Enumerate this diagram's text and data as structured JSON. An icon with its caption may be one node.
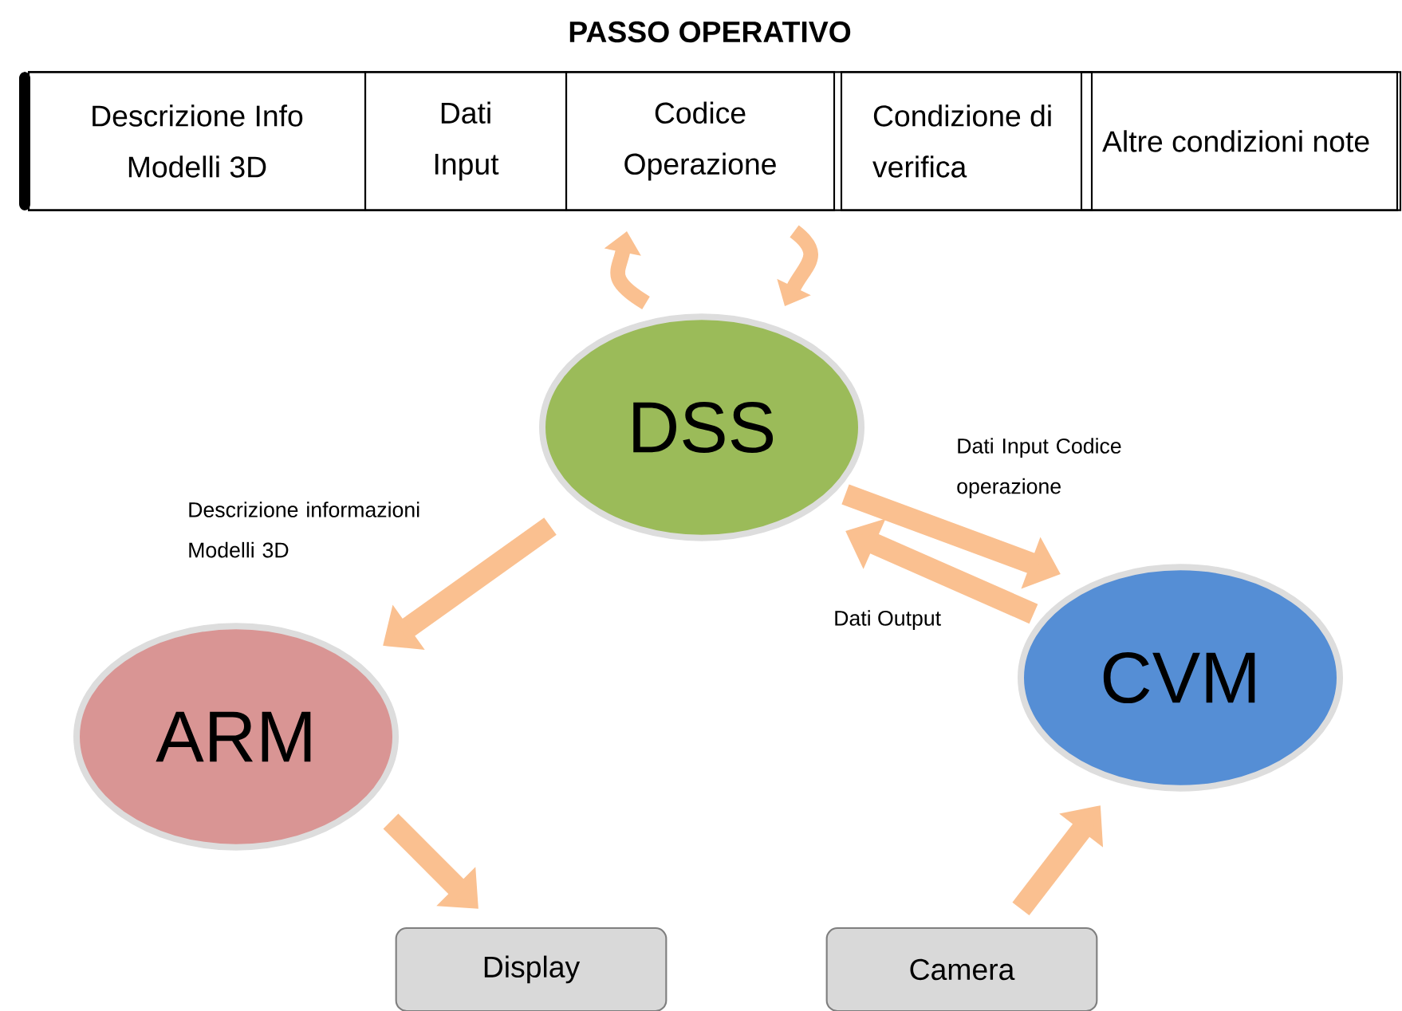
{
  "diagram": {
    "nodes": [
      {
        "text": [
          "PASSO OPERATIVO"
        ]
      },
      {
        "text": [
          "Descrizione Info Modelli 3D"
        ],
        "in": 0
      },
      {
        "text": [
          "Dati Input"
        ],
        "in": 0
      },
      {
        "text": [
          "Codice Operazione"
        ],
        "in": 0
      },
      {
        "text": [
          "Condizione di verifica"
        ],
        "in": 0
      },
      {
        "text": [
          "Altre condizioni note"
        ],
        "in": 0
      },
      {
        "text": [
          "DSS"
        ]
      },
      {
        "text": [
          "ARM"
        ]
      },
      {
        "text": [
          "CVM"
        ]
      },
      {
        "text": [
          "Display"
        ]
      },
      {
        "text": [
          "Camera"
        ]
      }
    ],
    "edges": [
      {
        "from": 6,
        "to": 0,
        "arrow": "to"
      },
      {
        "from": 0,
        "to": 6,
        "arrow": "to"
      },
      {
        "from": 6,
        "to": 7,
        "arrow": "to",
        "label": "Descrizione informazioni Modelli 3D"
      },
      {
        "from": 6,
        "to": 8,
        "arrow": "to",
        "label": "Dati Input Codice operazione"
      },
      {
        "from": 8,
        "to": 6,
        "arrow": "to",
        "label": "Dati Output"
      },
      {
        "from": 7,
        "to": 9,
        "arrow": "to"
      },
      {
        "from": 10,
        "to": 8,
        "arrow": "to"
      }
    ]
  }
}
